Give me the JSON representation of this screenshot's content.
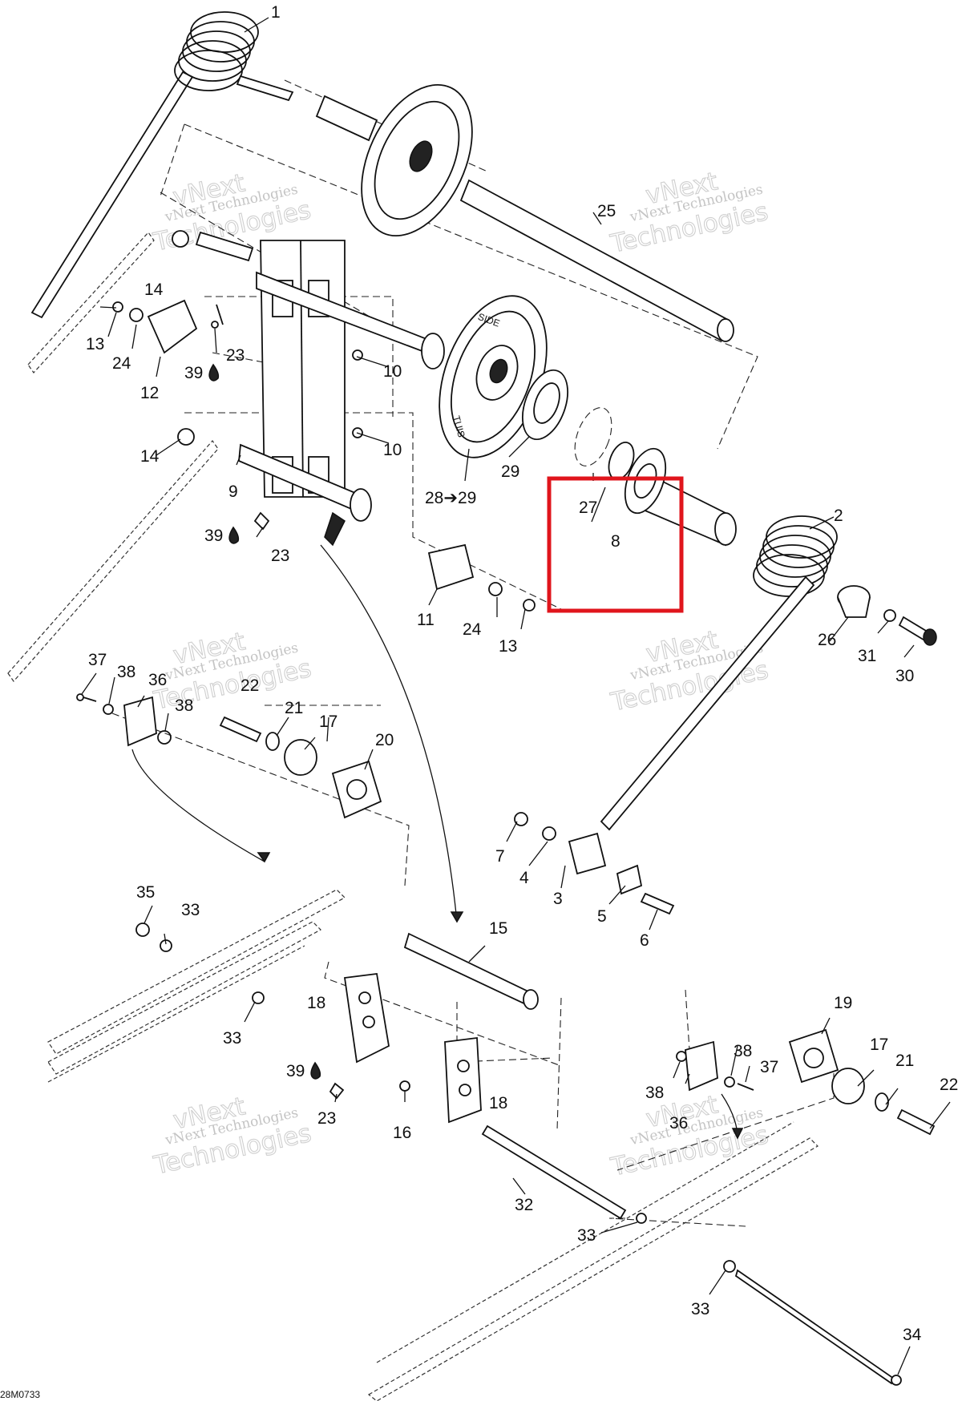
{
  "diagram_code": "28M0733",
  "watermark": {
    "line1": "vNext",
    "line2": "Technologies",
    "combined": "vNext Technologies"
  },
  "highlight_color": "#e0151c",
  "callouts": [
    {
      "id": "c1",
      "text": "1"
    },
    {
      "id": "c2",
      "text": "2"
    },
    {
      "id": "c3",
      "text": "3"
    },
    {
      "id": "c4",
      "text": "4"
    },
    {
      "id": "c5",
      "text": "5"
    },
    {
      "id": "c6",
      "text": "6"
    },
    {
      "id": "c7",
      "text": "7"
    },
    {
      "id": "c8",
      "text": "8"
    },
    {
      "id": "c9",
      "text": "9"
    },
    {
      "id": "c10a",
      "text": "10"
    },
    {
      "id": "c10b",
      "text": "10"
    },
    {
      "id": "c11",
      "text": "11"
    },
    {
      "id": "c12",
      "text": "12"
    },
    {
      "id": "c13a",
      "text": "13"
    },
    {
      "id": "c13b",
      "text": "13"
    },
    {
      "id": "c14a",
      "text": "14"
    },
    {
      "id": "c14b",
      "text": "14"
    },
    {
      "id": "c15",
      "text": "15"
    },
    {
      "id": "c16",
      "text": "16"
    },
    {
      "id": "c17a",
      "text": "17"
    },
    {
      "id": "c17b",
      "text": "17"
    },
    {
      "id": "c18a",
      "text": "18"
    },
    {
      "id": "c18b",
      "text": "18"
    },
    {
      "id": "c19",
      "text": "19"
    },
    {
      "id": "c20",
      "text": "20"
    },
    {
      "id": "c21a",
      "text": "21"
    },
    {
      "id": "c21b",
      "text": "21"
    },
    {
      "id": "c22a",
      "text": "22"
    },
    {
      "id": "c22b",
      "text": "22"
    },
    {
      "id": "c23a",
      "text": "23"
    },
    {
      "id": "c23b",
      "text": "23"
    },
    {
      "id": "c23c",
      "text": "23"
    },
    {
      "id": "c24a",
      "text": "24"
    },
    {
      "id": "c24b",
      "text": "24"
    },
    {
      "id": "c25",
      "text": "25"
    },
    {
      "id": "c26",
      "text": "26"
    },
    {
      "id": "c27",
      "text": "27"
    },
    {
      "id": "c28",
      "text": "28➔29"
    },
    {
      "id": "c29",
      "text": "29"
    },
    {
      "id": "c30",
      "text": "30"
    },
    {
      "id": "c31",
      "text": "31"
    },
    {
      "id": "c32",
      "text": "32"
    },
    {
      "id": "c33a",
      "text": "33"
    },
    {
      "id": "c33b",
      "text": "33"
    },
    {
      "id": "c33c",
      "text": "33"
    },
    {
      "id": "c33d",
      "text": "33"
    },
    {
      "id": "c34",
      "text": "34"
    },
    {
      "id": "c35",
      "text": "35"
    },
    {
      "id": "c36a",
      "text": "36"
    },
    {
      "id": "c36b",
      "text": "36"
    },
    {
      "id": "c37a",
      "text": "37"
    },
    {
      "id": "c37b",
      "text": "37"
    },
    {
      "id": "c38a",
      "text": "38"
    },
    {
      "id": "c38b",
      "text": "38"
    },
    {
      "id": "c38c",
      "text": "38"
    },
    {
      "id": "c38d",
      "text": "38"
    },
    {
      "id": "c39a",
      "text": "39"
    },
    {
      "id": "c39b",
      "text": "39"
    },
    {
      "id": "c39c",
      "text": "39"
    }
  ],
  "wheel_text": {
    "side": "SIDE",
    "outside": "TUIS"
  }
}
